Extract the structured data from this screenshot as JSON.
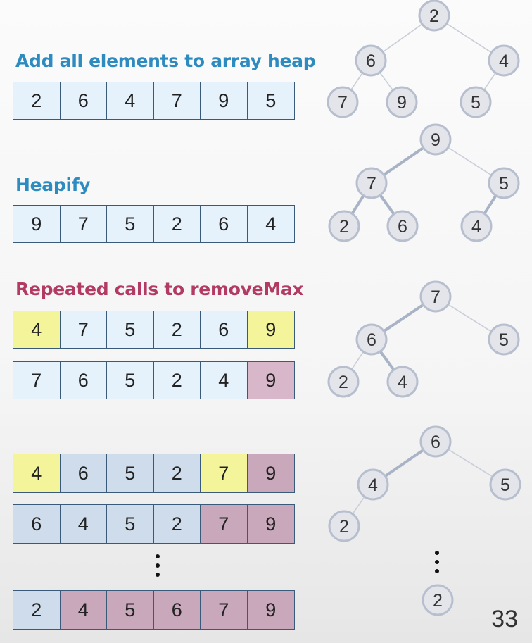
{
  "sections": {
    "add": "Add all elements to array heap",
    "heapify": "Heapify",
    "remove": "Repeated calls to removeMax"
  },
  "arrays": [
    {
      "values": [
        "2",
        "6",
        "4",
        "7",
        "9",
        "5"
      ],
      "colors": [
        "blue",
        "blue",
        "blue",
        "blue",
        "blue",
        "blue"
      ]
    },
    {
      "values": [
        "9",
        "7",
        "5",
        "2",
        "6",
        "4"
      ],
      "colors": [
        "blue",
        "blue",
        "blue",
        "blue",
        "blue",
        "blue"
      ]
    },
    {
      "values": [
        "4",
        "7",
        "5",
        "2",
        "6",
        "9"
      ],
      "colors": [
        "yellow",
        "blue",
        "blue",
        "blue",
        "blue",
        "yellow"
      ]
    },
    {
      "values": [
        "7",
        "6",
        "5",
        "2",
        "4",
        "9"
      ],
      "colors": [
        "blue",
        "blue",
        "blue",
        "blue",
        "blue",
        "pink"
      ]
    },
    {
      "values": [
        "4",
        "6",
        "5",
        "2",
        "7",
        "9"
      ],
      "colors": [
        "yellow",
        "blued",
        "blued",
        "blued",
        "yellow",
        "pinkd"
      ]
    },
    {
      "values": [
        "6",
        "4",
        "5",
        "2",
        "7",
        "9"
      ],
      "colors": [
        "blued",
        "blued",
        "blued",
        "blued",
        "pinkd",
        "pinkd"
      ]
    },
    {
      "values": [
        "2",
        "4",
        "5",
        "6",
        "7",
        "9"
      ],
      "colors": [
        "blued",
        "pinkd",
        "pinkd",
        "pinkd",
        "pinkd",
        "pinkd"
      ]
    }
  ],
  "trees": [
    {
      "labels": [
        "2",
        "6",
        "4",
        "7",
        "9",
        "5"
      ]
    },
    {
      "labels": [
        "9",
        "7",
        "5",
        "2",
        "6",
        "4"
      ]
    },
    {
      "labels": [
        "7",
        "6",
        "5",
        "2",
        "4"
      ]
    },
    {
      "labels": [
        "6",
        "4",
        "5",
        "2"
      ]
    },
    {
      "labels": [
        "2"
      ]
    }
  ],
  "colors": {
    "heading_blue": "#2e8bc0",
    "heading_red": "#b23a63",
    "cell_blue": "#e5f1fb",
    "cell_yellow": "#f4f49a",
    "cell_pink": "#d9b7cb"
  },
  "page_number": "33"
}
